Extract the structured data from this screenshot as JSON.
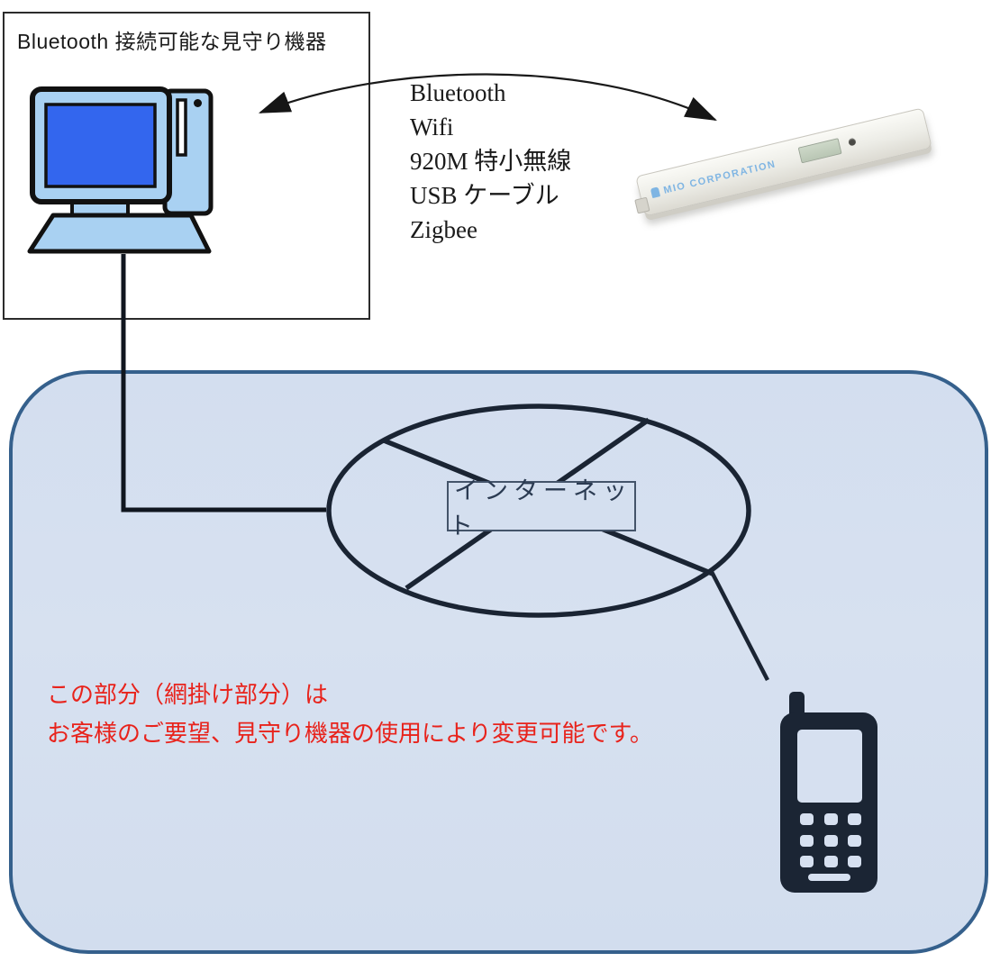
{
  "header_box": {
    "title": "Bluetooth 接続可能な見守り機器"
  },
  "connections": {
    "items": [
      "Bluetooth",
      "Wifi",
      "920M 特小無線",
      "USB ケーブル",
      "Zigbee"
    ]
  },
  "device": {
    "brand": "MIO CORPORATION"
  },
  "network": {
    "label": "インターネット"
  },
  "note": {
    "line1": "この部分（網掛け部分）は",
    "line2": "お客様のご要望、見守り機器の使用により変更可能です。"
  },
  "colors": {
    "shaded_area_fill": "#d4dfef",
    "shaded_area_border": "#35608c",
    "diagram_line": "#1a2433",
    "cable_black": "#10161f",
    "note_red": "#e8231c",
    "screen_blue": "#3366ee",
    "icon_body_blue": "#a9d1f2",
    "brand_blue": "#7fb5e3"
  }
}
